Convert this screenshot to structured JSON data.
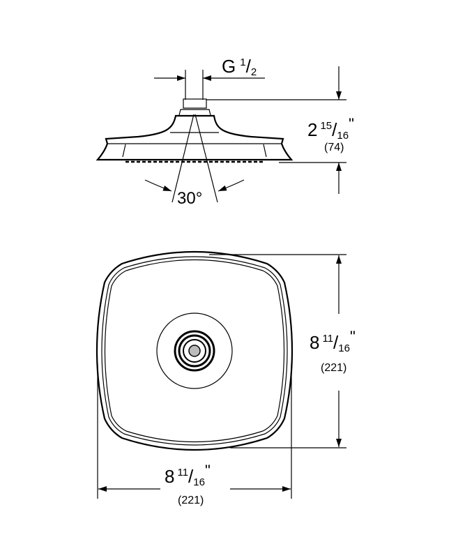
{
  "side_view": {
    "thread": {
      "main": "G",
      "num": "1",
      "den": "2"
    },
    "height": {
      "whole": "2",
      "num": "15",
      "den": "16",
      "unit": "\"",
      "metric": "(74)"
    },
    "angle": "30°"
  },
  "top_view": {
    "height": {
      "whole": "8",
      "num": "11",
      "den": "16",
      "unit": "\"",
      "metric": "(221)"
    },
    "width": {
      "whole": "8",
      "num": "11",
      "den": "16",
      "unit": "\"",
      "metric": "(221)"
    }
  }
}
